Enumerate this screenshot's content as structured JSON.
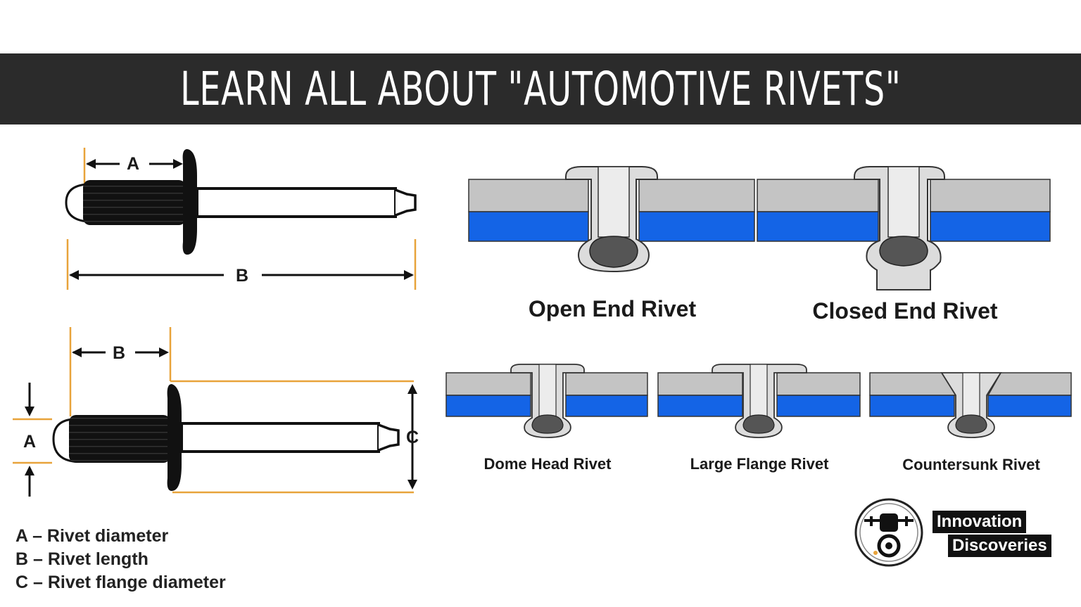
{
  "banner": {
    "title": "LEARN ALL ABOUT \"AUTOMOTIVE RIVETS\""
  },
  "dimension_diagram_top": {
    "label_a": "A",
    "label_b": "B"
  },
  "dimension_diagram_bottom": {
    "label_a": "A",
    "label_b": "B",
    "label_c": "C"
  },
  "legend": [
    "A – Rivet diameter",
    "B – Rivet length",
    "C – Rivet flange diameter"
  ],
  "rivet_types": {
    "open_end": "Open End Rivet",
    "closed_end": "Closed End Rivet",
    "dome_head": "Dome Head Rivet",
    "large_flange": "Large Flange Rivet",
    "countersunk": "Countersunk Rivet"
  },
  "logo": {
    "line1": "Innovation",
    "line2": "Discoveries"
  },
  "colors": {
    "banner_bg": "#2b2b2b",
    "plate_gray": "#c4c4c4",
    "plate_blue": "#1464e6",
    "dimension_line_orange": "#e8a33a",
    "rivet_black": "#111111"
  }
}
